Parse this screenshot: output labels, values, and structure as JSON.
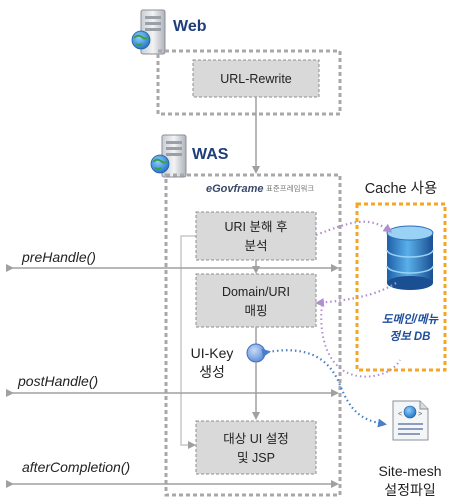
{
  "web": {
    "label": "Web"
  },
  "was": {
    "label": "WAS"
  },
  "url_rewrite": {
    "label": "URL-Rewrite"
  },
  "framework": {
    "logo_text": "eGovframe",
    "subtitle": "표준프레임워크"
  },
  "steps": [
    {
      "id": "uri-analysis",
      "lines": [
        "URI 분해 후",
        "분석"
      ]
    },
    {
      "id": "domain-mapping",
      "lines": [
        "Domain/URI",
        "매핑"
      ]
    },
    {
      "id": "target-ui",
      "lines": [
        "대상 UI 설정",
        "및 JSP"
      ]
    }
  ],
  "ui_key": {
    "lines": [
      "UI-Key",
      "생성"
    ]
  },
  "cache": {
    "label": "Cache 사용",
    "db_lines": [
      "도메인/메뉴",
      "정보 DB"
    ]
  },
  "sitemesh": {
    "lines": [
      "Site-mesh",
      "설정파일"
    ]
  },
  "handlers": [
    {
      "id": "pre",
      "label": "preHandle()"
    },
    {
      "id": "post",
      "label": "postHandle()"
    },
    {
      "id": "after",
      "label": "afterCompletion()"
    }
  ],
  "colors": {
    "blue_label": "#1f3d7a",
    "cache_border": "#f5a623",
    "db_text": "#1f4e9c",
    "dashed_box": "#a8a8a8",
    "step_fill": "#d9d9d9",
    "node_fill": "#6b9be0",
    "arrow_purple": "#b08fd0",
    "arrow_blue": "#4a7fc8",
    "line_gray": "#a0a0a0"
  }
}
